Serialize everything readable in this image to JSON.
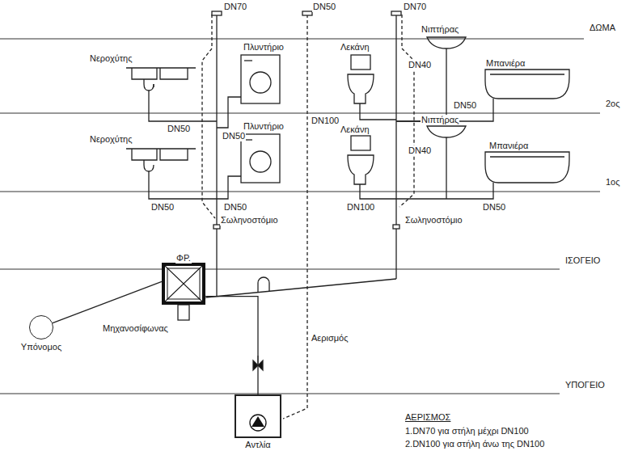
{
  "diagram": {
    "nodes": [
      {
        "text": [
          "ΦΡ."
        ]
      },
      {
        "text": [
          "Υπόνομος"
        ]
      },
      {
        "text": [
          "Αντλία"
        ]
      }
    ],
    "edges": [
      {
        "from": 0,
        "to": 1,
        "arrow": "none"
      },
      {
        "from": 2,
        "to": 0,
        "arrow": "none"
      }
    ],
    "labels": [
      "ΔΩΜΑ",
      "2ος",
      "1ος",
      "ΙΣΟΓΕΙΟ",
      "ΥΠΟΓΕΙΟ",
      "DN70",
      "DN50",
      "DN70",
      "Νεροχύτης",
      "Πλυντήριο",
      "Λεκάνη",
      "Νιπτήρας",
      "DN40",
      "Μπανιέρα",
      "DN50",
      "DN50",
      "DN50",
      "DN100",
      "Νεροχύτης",
      "Πλυντήριο",
      "Λεκάνη",
      "Νιπτήρας",
      "DN40",
      "Μπανιέρα",
      "DN50",
      "DN50",
      "DN50",
      "DN100",
      "Σωληνοστόμιο",
      "Σωληνοστόμιο",
      "Μηχανοσίφωνας",
      "Αερισμός",
      "ΑΕΡΙΣΜΟΣ",
      "1.DN70 για στήλη μέχρι DN100",
      "2.DN100 για στήλη άνω της DN100"
    ]
  }
}
